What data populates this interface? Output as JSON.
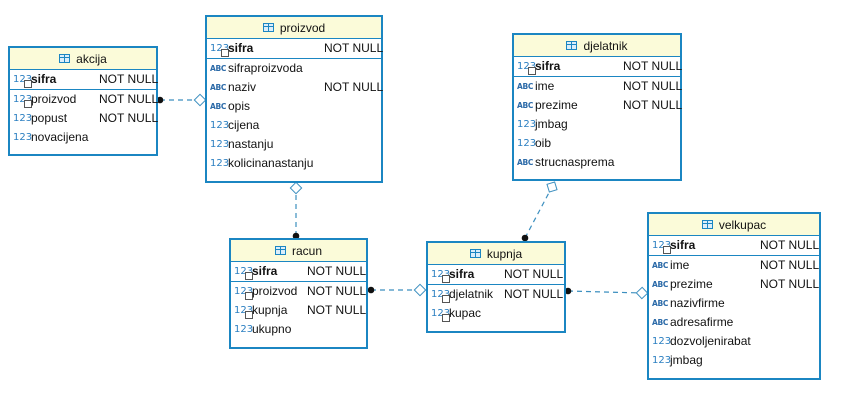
{
  "not_null": "NOT NULL",
  "icons": {
    "num": "123",
    "text": "ABC"
  },
  "entities": {
    "proizvod": {
      "name": "proizvod",
      "key": [
        {
          "name": "sifra",
          "type": "num",
          "pk": true,
          "nn": "NOT NULL"
        }
      ],
      "cols": [
        {
          "name": "sifraproizvoda",
          "type": "text",
          "nn": ""
        },
        {
          "name": "naziv",
          "type": "text",
          "nn": "NOT NULL"
        },
        {
          "name": "opis",
          "type": "text",
          "nn": ""
        },
        {
          "name": "cijena",
          "type": "num",
          "nn": ""
        },
        {
          "name": "nastanju",
          "type": "num",
          "nn": ""
        },
        {
          "name": "kolicinanastanju",
          "type": "num",
          "nn": ""
        }
      ]
    },
    "akcija": {
      "name": "akcija",
      "key": [
        {
          "name": "sifra",
          "type": "num",
          "pk": true,
          "nn": "NOT NULL"
        }
      ],
      "cols": [
        {
          "name": "proizvod",
          "type": "num",
          "fk": true,
          "nn": "NOT NULL"
        },
        {
          "name": "popust",
          "type": "num",
          "nn": "NOT NULL"
        },
        {
          "name": "novacijena",
          "type": "num",
          "nn": ""
        }
      ]
    },
    "djelatnik": {
      "name": "djelatnik",
      "key": [
        {
          "name": "sifra",
          "type": "num",
          "pk": true,
          "nn": "NOT NULL"
        }
      ],
      "cols": [
        {
          "name": "ime",
          "type": "text",
          "nn": "NOT NULL"
        },
        {
          "name": "prezime",
          "type": "text",
          "nn": "NOT NULL"
        },
        {
          "name": "jmbag",
          "type": "num",
          "nn": ""
        },
        {
          "name": "oib",
          "type": "num",
          "nn": ""
        },
        {
          "name": "strucnasprema",
          "type": "text",
          "nn": ""
        }
      ]
    },
    "racun": {
      "name": "racun",
      "key": [
        {
          "name": "sifra",
          "type": "num",
          "pk": true,
          "nn": "NOT NULL"
        }
      ],
      "cols": [
        {
          "name": "proizvod",
          "type": "num",
          "fk": true,
          "nn": "NOT NULL"
        },
        {
          "name": "kupnja",
          "type": "num",
          "fk": true,
          "nn": "NOT NULL"
        },
        {
          "name": "ukupno",
          "type": "num",
          "nn": ""
        }
      ]
    },
    "kupnja": {
      "name": "kupnja",
      "key": [
        {
          "name": "sifra",
          "type": "num",
          "pk": true,
          "nn": "NOT NULL"
        }
      ],
      "cols": [
        {
          "name": "djelatnik",
          "type": "num",
          "fk": true,
          "nn": "NOT NULL"
        },
        {
          "name": "kupac",
          "type": "num",
          "fk": true,
          "nn": ""
        }
      ]
    },
    "velkupac": {
      "name": "velkupac",
      "key": [
        {
          "name": "sifra",
          "type": "num",
          "pk": true,
          "nn": "NOT NULL"
        }
      ],
      "cols": [
        {
          "name": "ime",
          "type": "text",
          "nn": "NOT NULL"
        },
        {
          "name": "prezime",
          "type": "text",
          "nn": "NOT NULL"
        },
        {
          "name": "nazivfirme",
          "type": "text",
          "nn": ""
        },
        {
          "name": "adresafirme",
          "type": "text",
          "nn": ""
        },
        {
          "name": "dozvoljenirabat",
          "type": "num",
          "nn": ""
        },
        {
          "name": "jmbag",
          "type": "num",
          "nn": ""
        }
      ]
    }
  },
  "relationships": [
    {
      "from": "akcija",
      "to": "proizvod"
    },
    {
      "from": "racun",
      "to": "proizvod"
    },
    {
      "from": "kupnja",
      "to": "djelatnik"
    },
    {
      "from": "racun",
      "to": "kupnja"
    },
    {
      "from": "kupnja",
      "to": "velkupac"
    }
  ]
}
